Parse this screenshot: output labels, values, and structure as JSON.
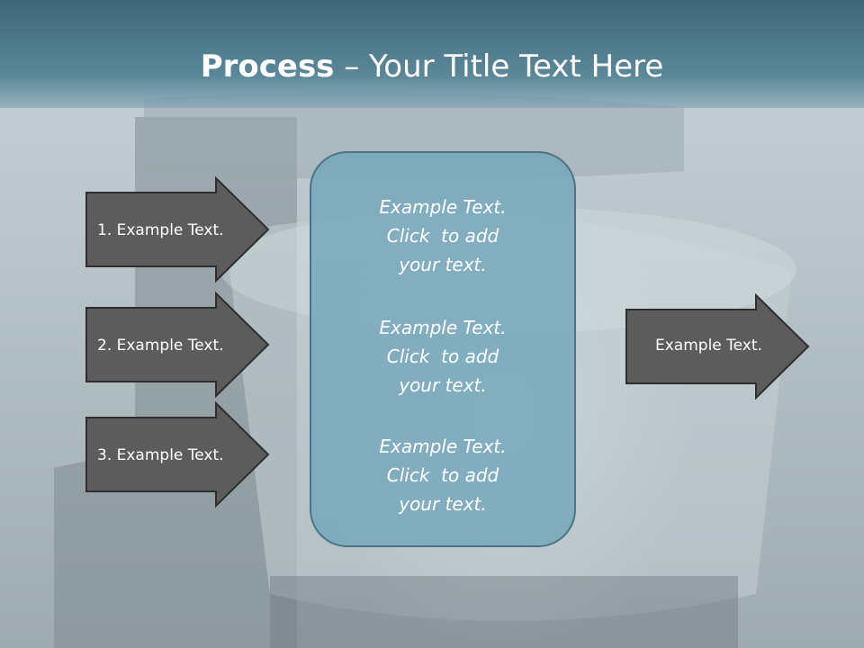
{
  "slide": {
    "title_bold": "Process",
    "title_rest": " – Your Title Text Here",
    "left_arrows": [
      {
        "label": "1. Example Text."
      },
      {
        "label": "2. Example Text."
      },
      {
        "label": "3. Example Text."
      }
    ],
    "center_box": {
      "paragraphs": [
        "Example Text.\nClick  to add\nyour text.",
        "Example Text.\nClick  to add\nyour text.",
        "Example Text.\nClick  to add\nyour text."
      ]
    },
    "right_arrow": {
      "label": "Example Text."
    }
  },
  "colors": {
    "title_bar": "#4a7585",
    "arrow_fill": "#5c5c5c",
    "box_fill": "#7ba9bc",
    "box_border": "#4e7484",
    "text": "#ffffff"
  }
}
